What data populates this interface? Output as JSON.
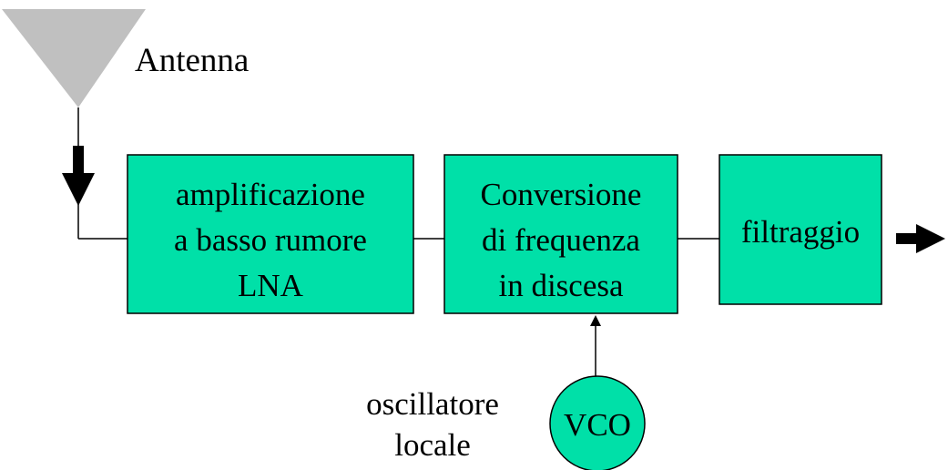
{
  "colors": {
    "block_fill": "#00e0a8",
    "antenna_fill": "#c0c0c0",
    "stroke": "#000000",
    "background": "#ffffff"
  },
  "antenna": {
    "label": "Antenna",
    "icon": "antenna-icon"
  },
  "blocks": {
    "lna": {
      "lines": [
        "amplificazione",
        "a basso rumore",
        "LNA"
      ]
    },
    "mixer": {
      "lines": [
        "Conversione",
        "di frequenza",
        "in discesa"
      ]
    },
    "filter": {
      "lines": [
        "filtraggio"
      ]
    }
  },
  "oscillator": {
    "vco_label": "VCO",
    "caption_lines": [
      "oscillatore",
      "locale"
    ]
  }
}
